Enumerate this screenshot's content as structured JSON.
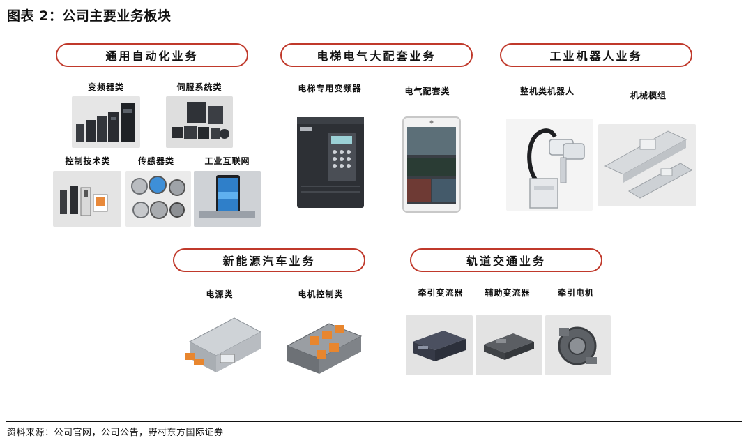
{
  "title": "图表 2：公司主要业务板块",
  "segments": {
    "automation": {
      "name": "通用自动化业务",
      "products": [
        "变频器类",
        "伺服系统类",
        "控制技术类",
        "传感器类",
        "工业互联网"
      ]
    },
    "elevator": {
      "name": "电梯电气大配套业务",
      "products": [
        "电梯专用变频器",
        "电气配套类"
      ]
    },
    "robot": {
      "name": "工业机器人业务",
      "products": [
        "整机类机器人",
        "机械模组"
      ]
    },
    "nev": {
      "name": "新能源汽车业务",
      "products": [
        "电源类",
        "电机控制类"
      ]
    },
    "rail": {
      "name": "轨道交通业务",
      "products": [
        "牵引变流器",
        "辅助变流器",
        "牵引电机"
      ]
    }
  },
  "source": "资料来源：公司官网，公司公告，野村东方国际证券"
}
